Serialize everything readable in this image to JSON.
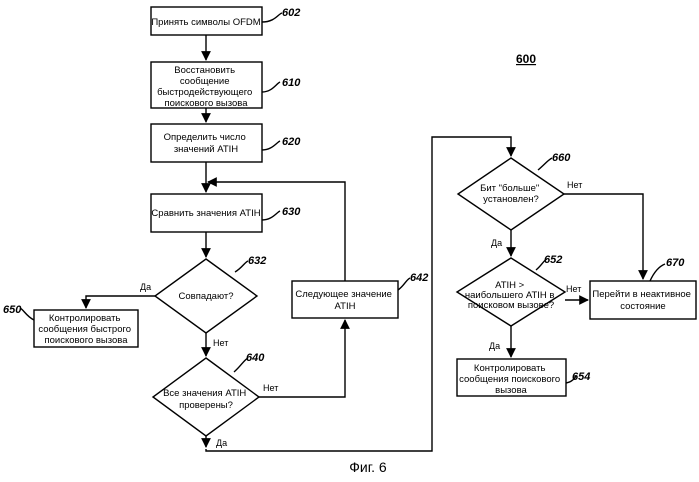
{
  "diagram": {
    "figure_number": "600",
    "caption": "Фиг. 6",
    "steps": {
      "s602": {
        "ref": "602",
        "lines": [
          "Принять символы OFDM"
        ]
      },
      "s610": {
        "ref": "610",
        "lines": [
          "Восстановить",
          "сообщение",
          "быстродействующего",
          "поискового вызова"
        ]
      },
      "s620": {
        "ref": "620",
        "lines": [
          "Определить число",
          "значений ATIH"
        ]
      },
      "s630": {
        "ref": "630",
        "lines": [
          "Сравнить значения ATIH"
        ]
      },
      "d632": {
        "ref": "632",
        "lines": [
          "Совпадают?"
        ]
      },
      "s650": {
        "ref": "650",
        "lines": [
          "Контролировать",
          "сообщения быстрого",
          "поискового вызова"
        ]
      },
      "d640": {
        "ref": "640",
        "lines": [
          "Все значения ATIH",
          "проверены?"
        ]
      },
      "s642": {
        "ref": "642",
        "lines": [
          "Следующее значение",
          "ATIH"
        ]
      },
      "d660": {
        "ref": "660",
        "lines": [
          "Бит \"больше\"",
          "установлен?"
        ]
      },
      "d652": {
        "ref": "652",
        "lines": [
          "ATIH >",
          "наибольшего ATIH в",
          "поисковом вызове?"
        ]
      },
      "s670": {
        "ref": "670",
        "lines": [
          "Перейти в неактивное",
          "состояние"
        ]
      },
      "s654": {
        "ref": "654",
        "lines": [
          "Контролировать",
          "сообщения поискового",
          "вызова"
        ]
      }
    },
    "edge_labels": {
      "d632_yes": "Да",
      "d632_no": "Нет",
      "d640_no": "Нет",
      "d640_yes": "Да",
      "d660_no": "Нет",
      "d660_yes": "Да",
      "d652_no": "Нет",
      "d652_yes": "Да"
    }
  }
}
